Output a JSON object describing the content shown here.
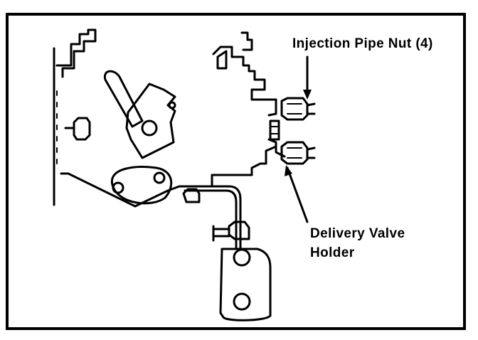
{
  "figure": {
    "callouts": [
      {
        "id": "injection-pipe-nut",
        "text": "Injection Pipe Nut (4)"
      },
      {
        "id": "delivery-valve-holder",
        "lines": [
          "Delivery Valve",
          "Holder"
        ]
      }
    ],
    "colors": {
      "ink": "#000000",
      "paper": "#ffffff"
    }
  }
}
